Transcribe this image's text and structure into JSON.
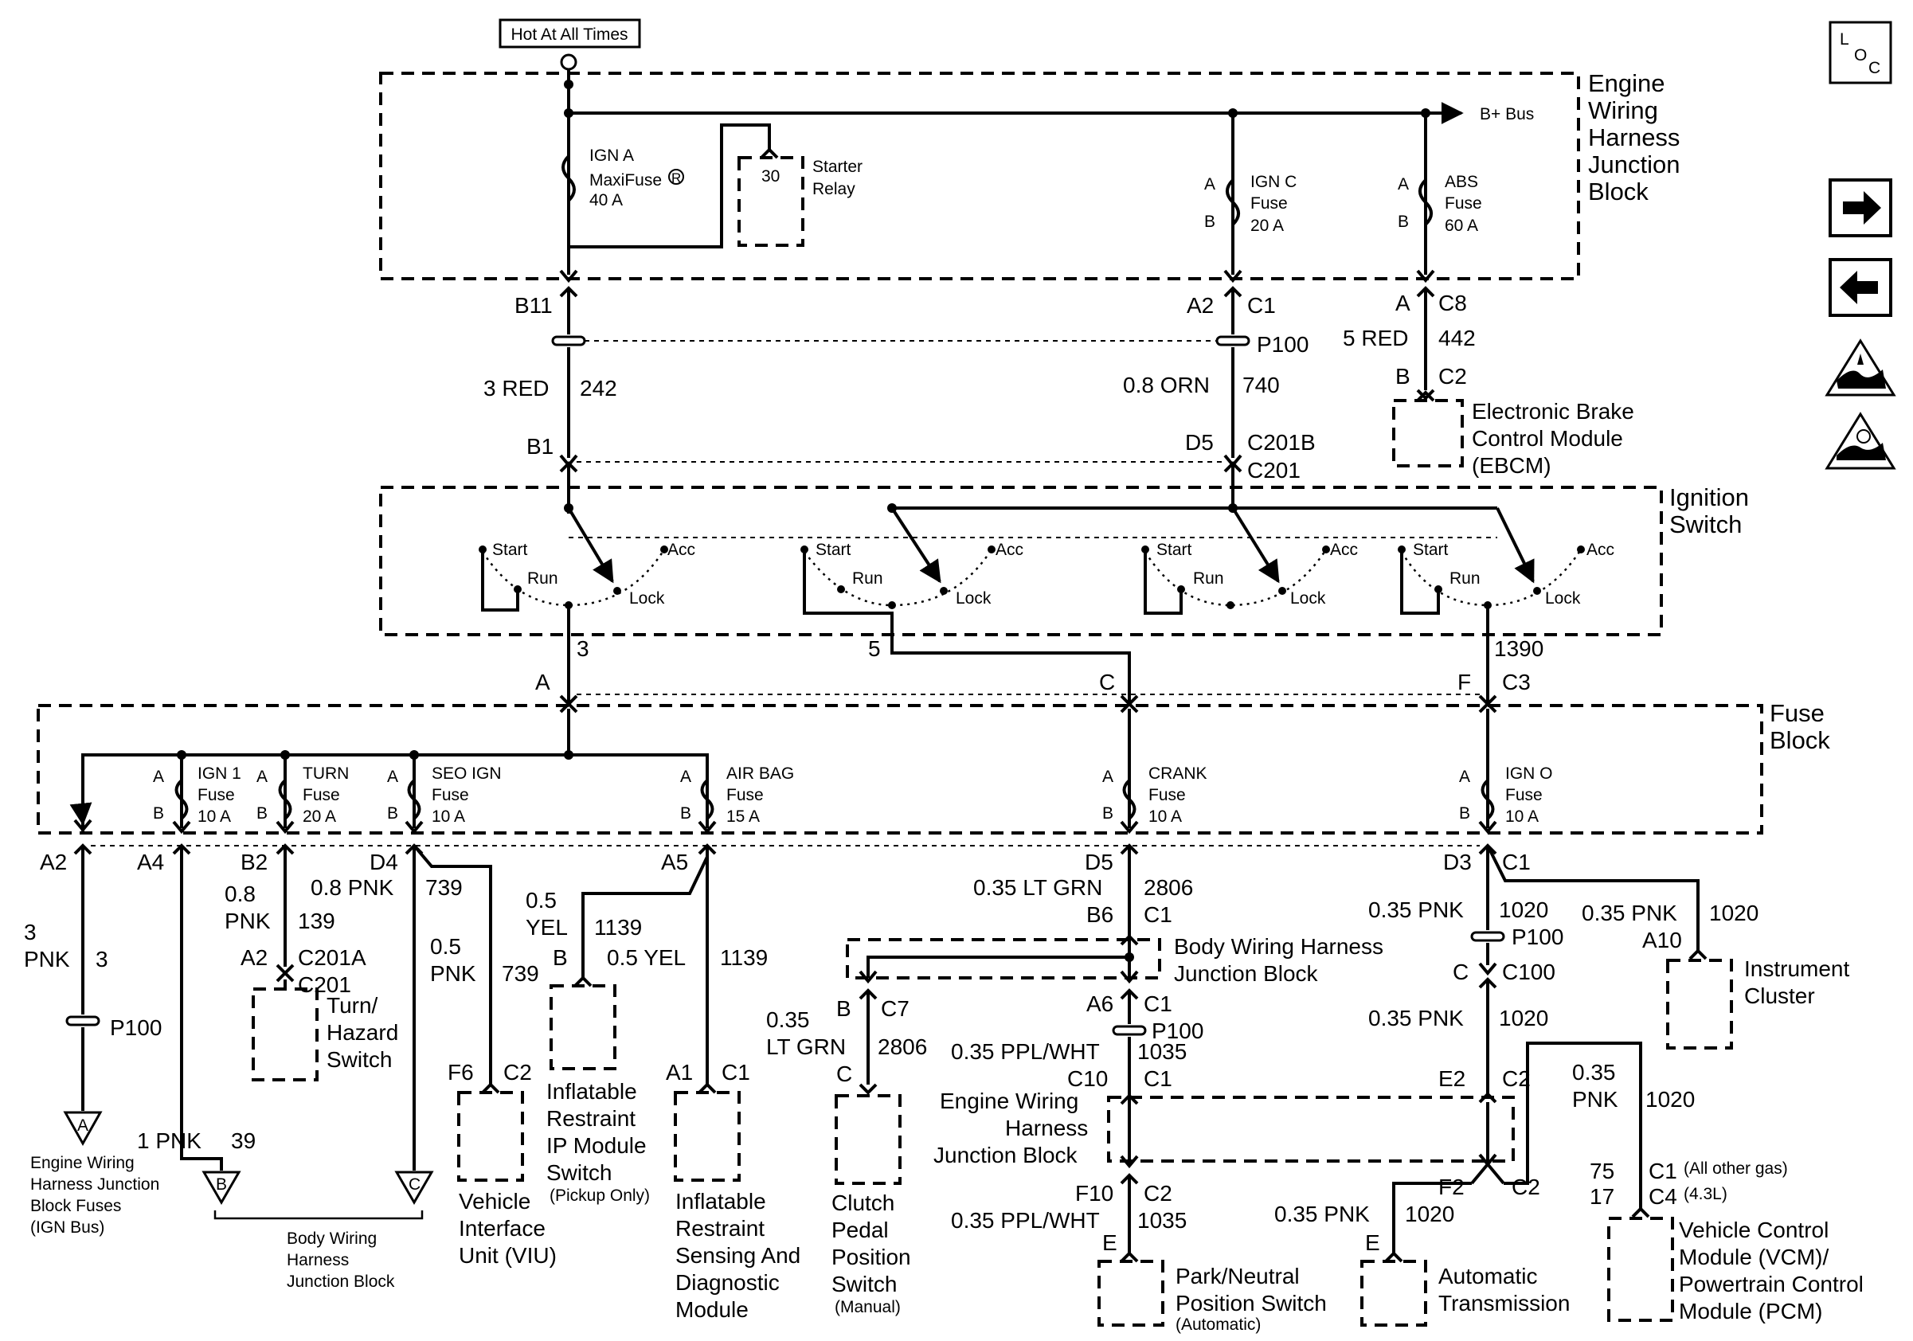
{
  "header": {
    "power_label": "Hot At All Times",
    "bplus": "B+ Bus"
  },
  "engine_block": {
    "title": [
      "Engine",
      "Wiring",
      "Harness",
      "Junction",
      "Block"
    ]
  },
  "ign_a": {
    "name": "IGN A",
    "type": "MaxiFuse",
    "mark": "R",
    "rating": "40 A"
  },
  "starter": {
    "pin": "30",
    "name": [
      "Starter",
      "Relay"
    ]
  },
  "ign_c": {
    "name": "IGN C",
    "type": "Fuse",
    "rating": "20 A",
    "a": "A",
    "b": "B"
  },
  "abs": {
    "name": "ABS",
    "type": "Fuse",
    "rating": "60 A",
    "a": "A",
    "b": "B"
  },
  "wires_top": {
    "b11": "B11",
    "w1_gauge": "3 RED",
    "w1_circuit": "242",
    "b1": "B1",
    "a2": "A2",
    "c1": "C1",
    "p100": "P100",
    "w2_gauge": "0.8 ORN",
    "w2_circuit": "740",
    "d5": "D5",
    "c201b": "C201B",
    "c201": "C201",
    "ebcm_a": "A",
    "ebcm_c8": "C8",
    "ebcm_gauge": "5 RED",
    "ebcm_circuit": "442",
    "ebcm_b": "B",
    "ebcm_c2": "C2"
  },
  "ebcm": {
    "name": [
      "Electronic Brake",
      "Control Module",
      "(EBCM)"
    ]
  },
  "ign_switch": {
    "title": [
      "Ignition",
      "Switch"
    ],
    "start": "Start",
    "run": "Run",
    "acc": "Acc",
    "lock": "Lock"
  },
  "switch_out": {
    "w3": "3",
    "w5": "5",
    "w1390": "1390",
    "a": "A",
    "c": "C",
    "f": "F",
    "c3": "C3"
  },
  "fuse_block": {
    "title": [
      "Fuse",
      "Block"
    ],
    "fuses": [
      {
        "name": "IGN 1",
        "type": "Fuse",
        "rating": "10 A"
      },
      {
        "name": "TURN",
        "type": "Fuse",
        "rating": "20 A"
      },
      {
        "name": "SEO IGN",
        "type": "Fuse",
        "rating": "10 A"
      },
      {
        "name": "AIR BAG",
        "type": "Fuse",
        "rating": "15 A"
      },
      {
        "name": "CRANK",
        "type": "Fuse",
        "rating": "10 A"
      },
      {
        "name": "IGN O",
        "type": "Fuse",
        "rating": "10 A"
      }
    ],
    "a": "A",
    "b": "B"
  },
  "pins_bottom": {
    "a2": "A2",
    "a4": "A4",
    "b2": "B2",
    "d4": "D4",
    "a5": "A5",
    "d5": "D5",
    "d3": "D3",
    "c1": "C1"
  },
  "left_branch": {
    "g3": "3",
    "pnk": "PNK",
    "c3": "3",
    "p100": "P100",
    "tri_a": "A",
    "dest_a": [
      "Engine Wiring",
      "Harness Junction",
      "Block Fuses",
      "(IGN Bus)"
    ],
    "g1": "1 PNK",
    "c39": "39",
    "tri_b": "B",
    "tri_c": "C",
    "dest_bc": [
      "Body Wiring",
      "Harness",
      "Junction Block"
    ]
  },
  "turn_branch": {
    "gauge1": "0.8",
    "gauge2": "PNK",
    "circuit": "139",
    "a2": "A2",
    "c201a": "C201A",
    "c201": "C201",
    "name": [
      "Turn/",
      "Hazard",
      "Switch"
    ]
  },
  "seo_branch": {
    "gauge": "0.8 PNK",
    "circuit": "739",
    "gauge2a": "0.5",
    "gauge2b": "PNK",
    "circuit2": "739",
    "f6": "F6",
    "c2": "C2",
    "name": [
      "Vehicle",
      "Interface",
      "Unit (VIU)"
    ]
  },
  "airbag_branch": {
    "g1a": "0.5",
    "g1b": "YEL",
    "c1": "1139",
    "b": "B",
    "g2": "0.5 YEL",
    "c2": "1139",
    "ip_name": [
      "Inflatable",
      "Restraint",
      "IP Module",
      "Switch"
    ],
    "ip_note": "(Pickup Only)",
    "a1": "A1",
    "c1b": "C1",
    "sdm_name": [
      "Inflatable",
      "Restraint",
      "Sensing And",
      "Diagnostic",
      "Module"
    ]
  },
  "crank_branch": {
    "gauge": "0.35 LT GRN",
    "circuit": "2806",
    "b6": "B6",
    "c1": "C1",
    "body_block": [
      "Body Wiring Harness",
      "Junction Block"
    ],
    "b": "B",
    "c7": "C7",
    "clutch_g1": "0.35",
    "clutch_g2": "LT GRN",
    "clutch_circuit": "2806",
    "c": "C",
    "clutch_name": [
      "Clutch",
      "Pedal",
      "Position",
      "Switch"
    ],
    "clutch_note": "(Manual)",
    "a6": "A6",
    "p100": "P100",
    "g2": "0.35 PPL/WHT",
    "c2": "1035",
    "c10": "C10",
    "c1b": "C1",
    "engine_block": [
      "Engine Wiring",
      "Harness",
      "Junction Block"
    ],
    "f10": "F10",
    "c2b": "C2",
    "g3": "0.35 PPL/WHT",
    "c3": "1035",
    "e": "E",
    "pn_name": [
      "Park/Neutral",
      "Position Switch"
    ],
    "pn_note": "(Automatic)"
  },
  "igno_branch": {
    "g1": "0.35 PNK",
    "c1": "1020",
    "p100": "P100",
    "c": "C",
    "c100": "C100",
    "g2": "0.35 PNK",
    "c2": "1020",
    "e2": "E2",
    "c2pin": "C2",
    "f2": "F2",
    "c2b": "C2",
    "g3": "0.35 PNK",
    "c3": "1020",
    "e": "E",
    "trans": [
      "Automatic",
      "Transmission"
    ],
    "ic_g": "0.35 PNK",
    "ic_c": "1020",
    "a10": "A10",
    "ic_name": [
      "Instrument",
      "Cluster"
    ],
    "vcm_g1": "0.35",
    "vcm_g2": "PNK",
    "vcm_c": "1020",
    "p75": "75",
    "p17": "17",
    "vc1": "C1",
    "vc4": "C4",
    "note1": "(All other gas)",
    "note2": "(4.3L)",
    "vcm_name": [
      "Vehicle Control",
      "Module (VCM)/",
      "Powertrain Control",
      "Module (PCM)"
    ]
  },
  "side_icons": {
    "loc_l": "L",
    "loc_o": "O",
    "loc_c": "C",
    "next_icon": "right-arrow-icon",
    "prev_icon": "left-arrow-icon",
    "esd_icon": "esd-warning-icon"
  }
}
